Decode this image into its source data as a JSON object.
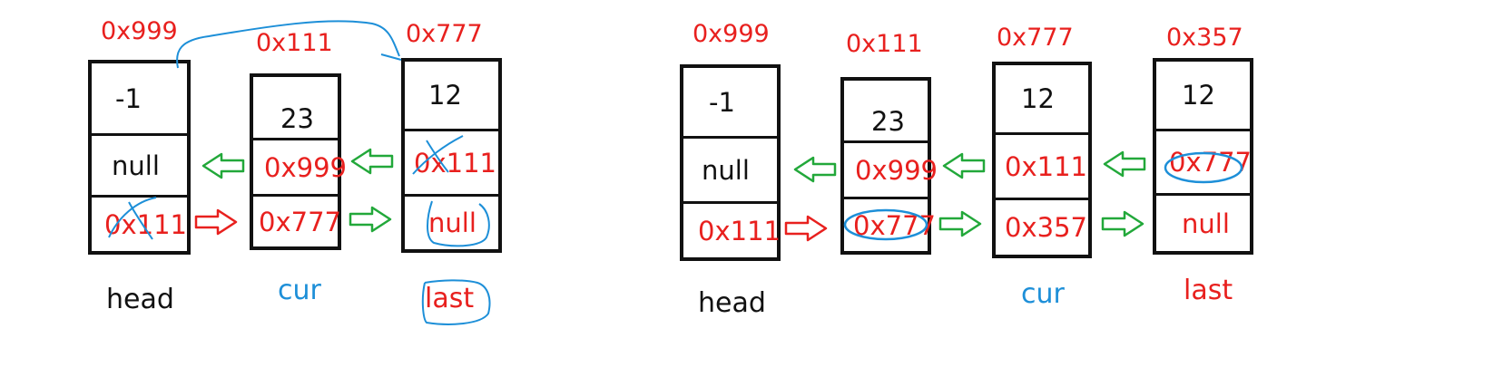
{
  "colors": {
    "address": "#e8201e",
    "pointer": "#e8201e",
    "prev_arrow": "#22a83a",
    "next_arrow_green": "#22a83a",
    "next_arrow_red": "#e8201e",
    "highlight": "#1d8fd8",
    "cell_border": "#111111"
  },
  "left": {
    "nodes": [
      {
        "address": "0x999",
        "value": "-1",
        "prev": "null",
        "next": "0x111",
        "label": "head"
      },
      {
        "address": "0x111",
        "value": "23",
        "prev": "0x999",
        "next": "0x777",
        "label": "cur"
      },
      {
        "address": "0x777",
        "value": "12",
        "prev": "0x111",
        "next": "null",
        "label": "last"
      }
    ]
  },
  "right": {
    "nodes": [
      {
        "address": "0x999",
        "value": "-1",
        "prev": "null",
        "next": "0x111",
        "label": "head"
      },
      {
        "address": "0x111",
        "value": "23",
        "prev": "0x999",
        "next": "0x777",
        "label": ""
      },
      {
        "address": "0x777",
        "value": "12",
        "prev": "0x111",
        "next": "0x357",
        "label": "cur"
      },
      {
        "address": "0x357",
        "value": "12",
        "prev": "0x777",
        "next": "null",
        "label": "last"
      }
    ]
  }
}
